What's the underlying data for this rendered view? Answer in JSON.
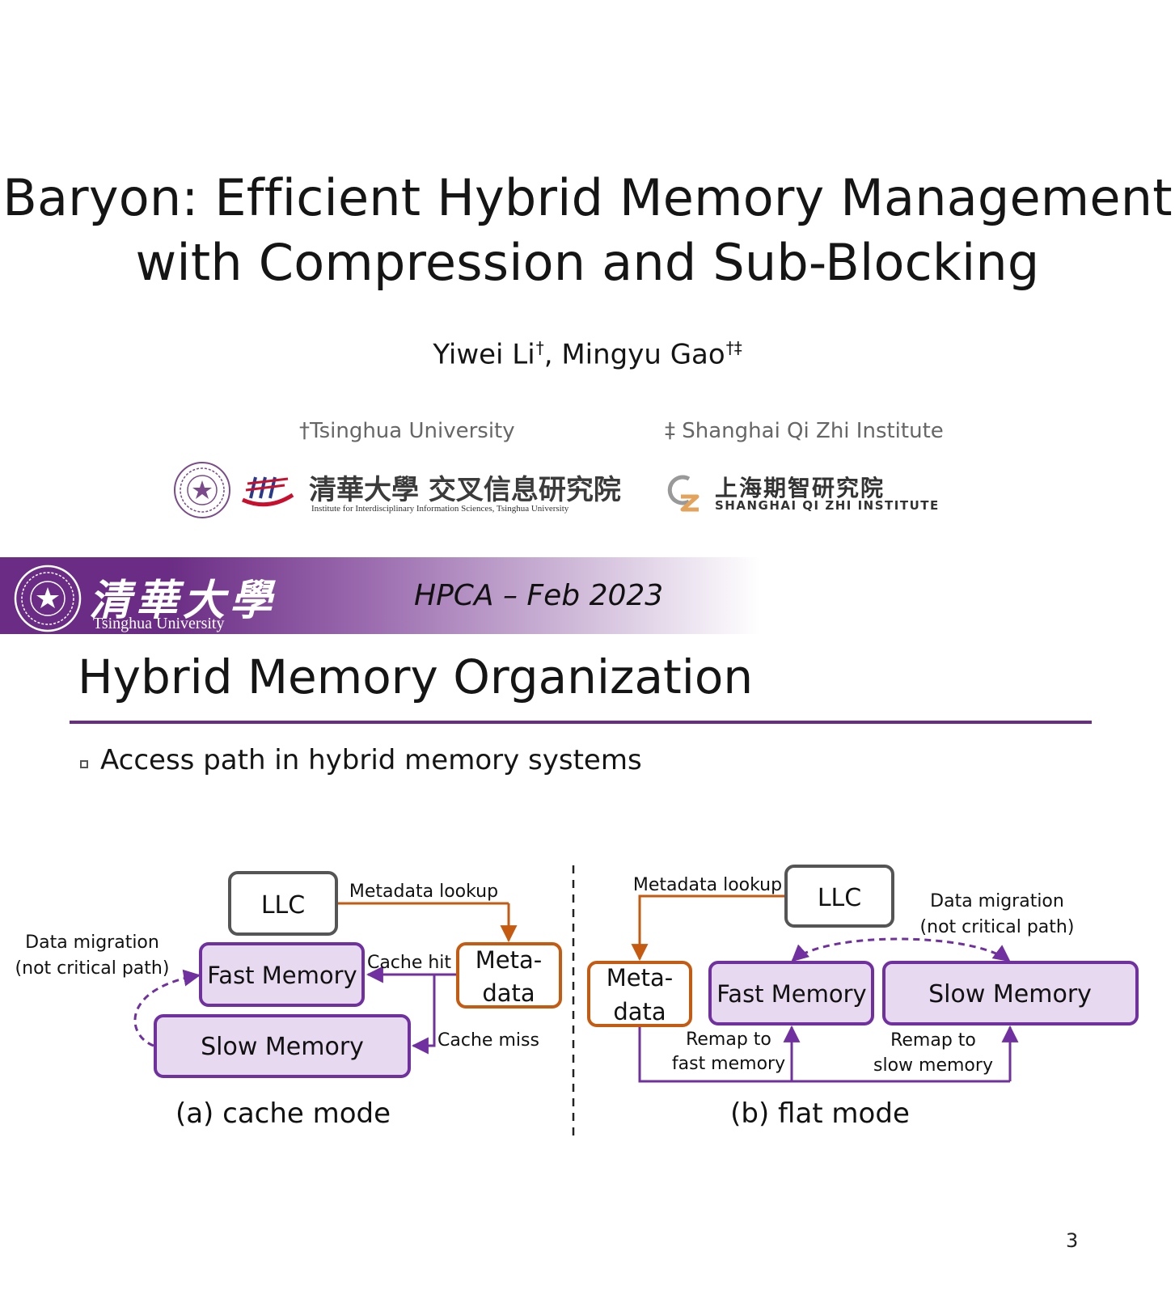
{
  "title_slide": {
    "title_line1": "Baryon: Efficient Hybrid Memory Management",
    "title_line2": "with Compression and Sub-Blocking",
    "author1_name": "Yiwei Li",
    "author1_mark": "†",
    "author_sep": ", ",
    "author2_name": "Mingyu Gao",
    "author2_mark": "†‡",
    "affiliation1": "†Tsinghua University",
    "affiliation2": "‡ Shanghai Qi Zhi Institute",
    "iiis_logo_zh": "清華大學 交叉信息研究院",
    "iiis_logo_en": "Institute for Interdisciplinary Information Sciences, Tsinghua University",
    "qizhi_logo_zh": "上海期智研究院",
    "qizhi_logo_en": "SHANGHAI QI ZHI INSTITUTE",
    "banner_zh": "清華大學",
    "banner_en": "Tsinghua University",
    "conference": "HPCA – Feb 2023"
  },
  "slide": {
    "title": "Hybrid Memory Organization",
    "bullet": "Access path in hybrid memory systems",
    "page_number": "3",
    "accent_color": "#6a2c84"
  },
  "diagram_a": {
    "llc": "LLC",
    "fast_memory": "Fast Memory",
    "slow_memory": "Slow Memory",
    "meta_line1": "Meta-",
    "meta_line2": "data",
    "metadata_lookup": "Metadata lookup",
    "cache_hit": "Cache hit",
    "cache_miss": "Cache miss",
    "migration_line1": "Data migration",
    "migration_line2": "(not critical path)",
    "caption": "(a) cache mode"
  },
  "diagram_b": {
    "llc": "LLC",
    "fast_memory": "Fast Memory",
    "slow_memory": "Slow Memory",
    "meta_line1": "Meta-",
    "meta_line2": "data",
    "metadata_lookup": "Metadata lookup",
    "migration_line1": "Data migration",
    "migration_line2": "(not critical path)",
    "remap_fast_line1": "Remap to",
    "remap_fast_line2": "fast memory",
    "remap_slow_line1": "Remap to",
    "remap_slow_line2": "slow memory",
    "caption": "(b) flat mode"
  },
  "colors": {
    "purple": "#7030a0",
    "purple_fill": "#e7d9ef",
    "orange": "#c55a11",
    "gray": "#555555"
  }
}
